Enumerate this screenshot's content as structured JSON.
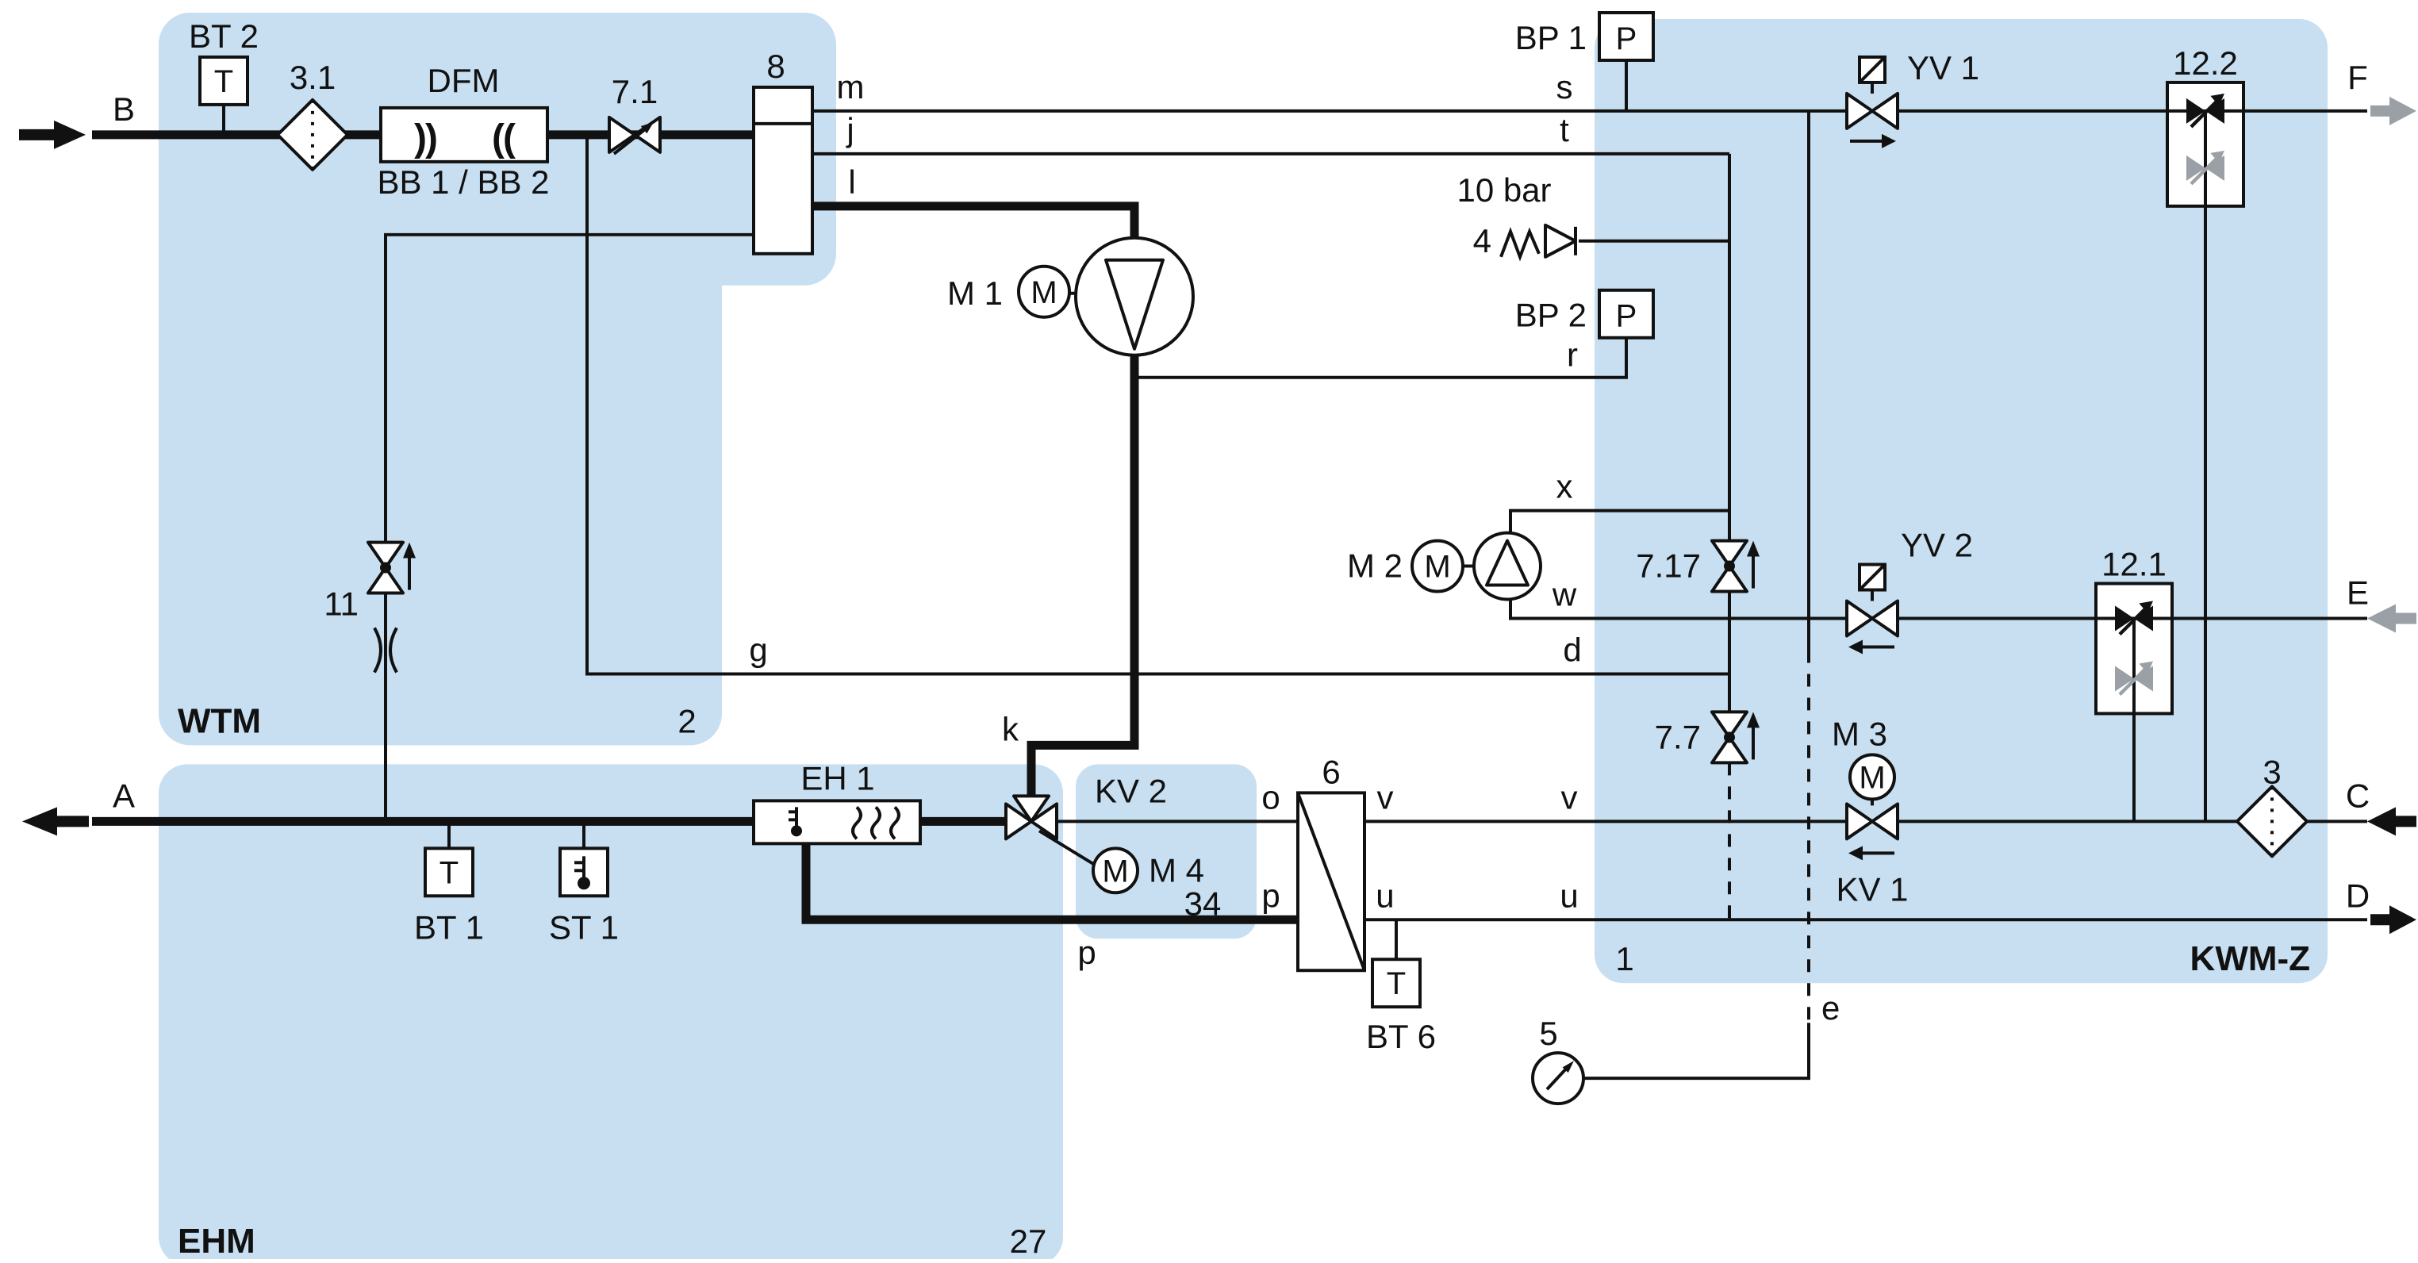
{
  "diagram": {
    "regions": {
      "wtm": {
        "name": "WTM",
        "num": "2"
      },
      "ehm": {
        "name": "EHM",
        "num": "27"
      },
      "kwmz": {
        "name": "KWM-Z",
        "num": "1"
      },
      "kv2": {
        "name": "KV 2",
        "num": "34"
      }
    },
    "terminals": {
      "a": "A",
      "b": "B",
      "c": "C",
      "d": "D",
      "e": "E",
      "f": "F"
    },
    "nodes": {
      "m": "m",
      "j": "j",
      "l": "l",
      "s": "s",
      "t": "t",
      "r": "r",
      "x": "x",
      "w": "w",
      "g": "g",
      "d": "d",
      "k": "k",
      "o": "o",
      "v": "v",
      "u": "u",
      "p": "p",
      "e": "e"
    },
    "labels": {
      "bt2": "BT 2",
      "f31": "3.1",
      "dfm": "DFM",
      "bb": "BB 1 / BB 2",
      "v71": "7.1",
      "vessel8": "8",
      "m1": "M 1",
      "bp1": "BP 1",
      "bp2": "BP 2",
      "relief_num": "4",
      "relief_set": "10 bar",
      "m2": "M 2",
      "v717": "7.17",
      "v77": "7.7",
      "yv1": "YV 1",
      "yv2": "YV 2",
      "c122": "12.2",
      "c121": "12.1",
      "v11": "11",
      "eh1": "EH 1",
      "bt1": "BT 1",
      "st1": "ST 1",
      "m4": "M 4",
      "hx6": "6",
      "bt6": "BT 6",
      "gauge5": "5",
      "m3": "M 3",
      "kv1": "KV 1",
      "f3": "3"
    },
    "glyphs": {
      "motor": "M",
      "temp": "T",
      "press": "P",
      "dfm_tx": "))",
      "dfm_rx": "(("
    }
  }
}
